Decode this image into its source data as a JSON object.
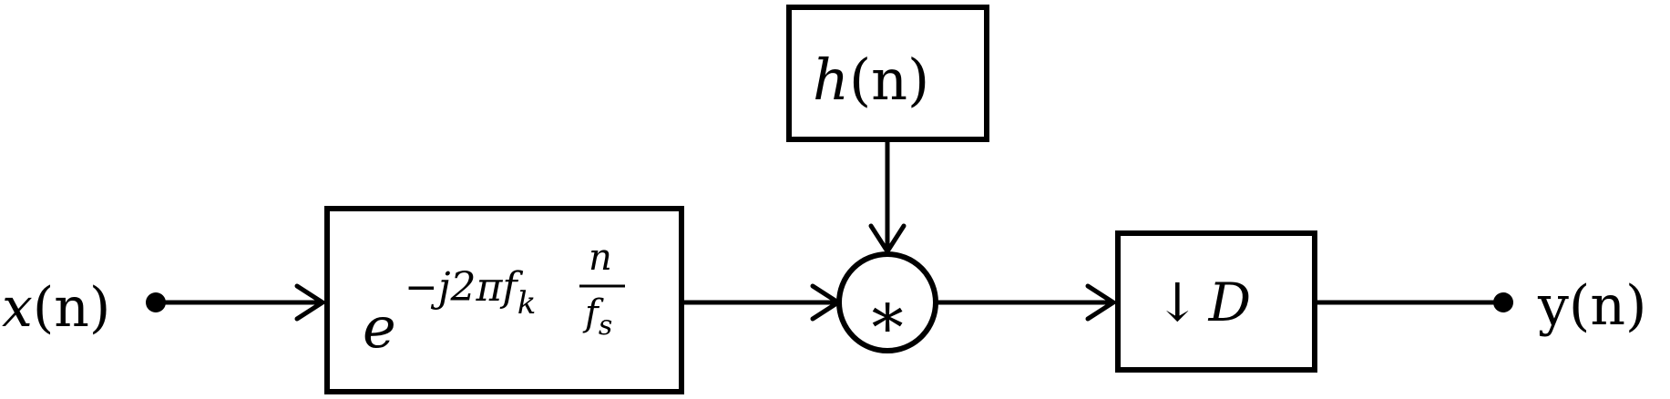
{
  "input": {
    "symbol": "x",
    "arg": "(n)"
  },
  "output": {
    "symbol": "y",
    "arg": "(n)"
  },
  "impulse_response": {
    "symbol": "h",
    "arg": "(n)"
  },
  "mixer": {
    "base": "e",
    "exponent": "−j2πf",
    "subscript": "k",
    "fraction_num": "n",
    "fraction_den_symbol": "f",
    "fraction_den_sub": "s"
  },
  "convolution": {
    "symbol": "∗"
  },
  "decimator": {
    "arrow": "↓",
    "factor": "D"
  },
  "colors": {
    "stroke": "#000000",
    "background": "#ffffff"
  }
}
